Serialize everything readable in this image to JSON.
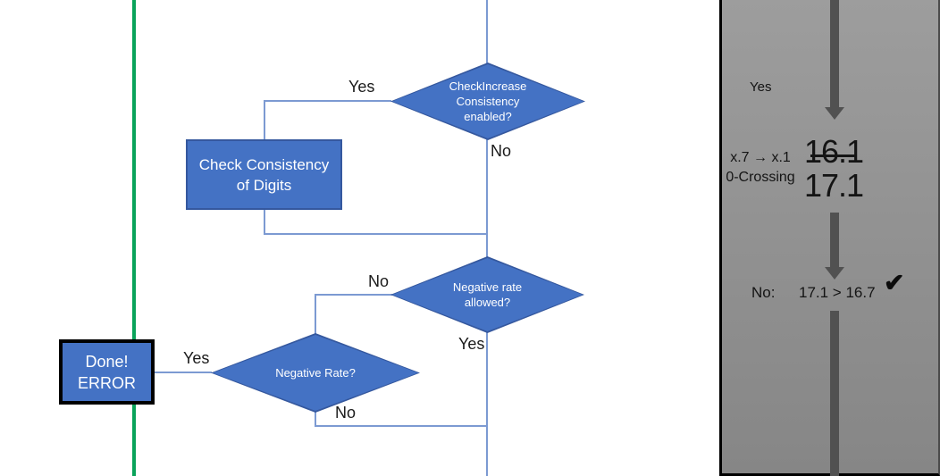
{
  "theme": {
    "shape_fill": "#4472c4",
    "shape_border": "#35589e",
    "shape_text": "#ffffff",
    "connector": "#7c9ad2",
    "green_line": "#09a35a",
    "panel_bg_top": "#9d9d9d",
    "panel_bg_bottom": "#868686",
    "arrow": "#515151"
  },
  "flowchart": {
    "nodes": {
      "check_increase": "CheckIncrease Consistency enabled?",
      "check_consistency": "Check Consistency of Digits",
      "negative_allowed": "Negative rate allowed?",
      "negative_rate": "Negative Rate?",
      "done_line1": "Done!",
      "done_line2": "ERROR"
    },
    "labels": {
      "yes_top": "Yes",
      "no_top": "No",
      "no_mid": "No",
      "yes_mid": "Yes",
      "yes_done": "Yes",
      "no_bottom": "No"
    }
  },
  "panel": {
    "yes_label": "Yes",
    "crossing_line1": "x.7 → x.1",
    "crossing_line2": "0-Crossing",
    "old_value": "16.1",
    "new_value": "17.1",
    "no_label": "No:",
    "comparison": "17.1 > 16.7",
    "checkmark": "✔"
  }
}
